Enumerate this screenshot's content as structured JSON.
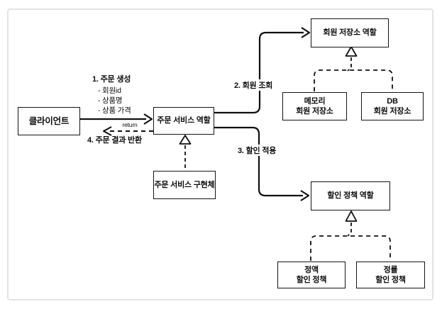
{
  "diagram": {
    "boxes": {
      "client": {
        "label": "클라이언트"
      },
      "order_service_role": {
        "label": "주문 서비스 역할"
      },
      "member_store_role": {
        "label": "회원 저장소 역할"
      },
      "memory_member_store": {
        "line1": "메모리",
        "line2": "회원 저장소"
      },
      "db_member_store": {
        "line1": "DB",
        "line2": "회원 저장소"
      },
      "order_service_impl": {
        "label": "주문 서비스 구현체"
      },
      "discount_policy_role": {
        "label": "할인 정책 역할"
      },
      "fixed_discount_policy": {
        "line1": "정액",
        "line2": "할인 정책"
      },
      "rate_discount_policy": {
        "line1": "정률",
        "line2": "할인 정책"
      }
    },
    "annotations": {
      "step1_title": "1. 주문 생성",
      "step1_items": [
        "- 회원id",
        "- 상품명",
        "- 상품 가격"
      ],
      "step2": "2. 회원 조회",
      "step3": "3. 할인 적용",
      "step4": "4. 주문 결과 반환",
      "return_label": "return"
    },
    "colors": {
      "stroke": "#101010",
      "frame_border": "#e3e3e3",
      "background": "#ffffff"
    }
  }
}
